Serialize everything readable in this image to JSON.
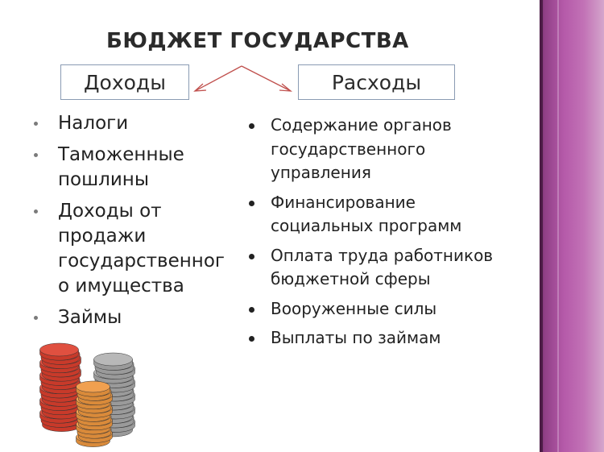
{
  "title": "БЮДЖЕТ ГОСУДАРСТВА",
  "income": {
    "label": "Доходы",
    "items": [
      "Налоги",
      "Таможенные пошлины",
      "Доходы от продажи государственного имущества",
      "Займы"
    ],
    "lines": [
      [
        "Налоги"
      ],
      [
        "Таможенные",
        "пошлины"
      ],
      [
        "Доходы от",
        "продажи",
        "государственног",
        "о имущества"
      ],
      [
        "Займы"
      ]
    ]
  },
  "expenses": {
    "label": "Расходы",
    "items": [
      "Содержание органов государственного управления",
      "Финансирование социальных программ",
      "Оплата труда работников бюджетной сферы",
      "Вооруженные силы",
      "Выплаты по займам"
    ],
    "lines": [
      [
        "Содержание органов",
        "государственного",
        "управления"
      ],
      [
        "Финансирование",
        "социальных программ"
      ],
      [
        "Оплата труда работников",
        "бюджетной сферы"
      ],
      [
        "Вооруженные силы"
      ],
      [
        "Выплаты по займам"
      ]
    ]
  },
  "colors": {
    "accent_panel": "#b55aa9",
    "arrow": "#c0504d",
    "box_border": "#8a9bb3",
    "coin_red": "#c83a2a",
    "coin_grey": "#9a9a9a",
    "coin_orange": "#d98a3a"
  },
  "icons": [
    "arrow-left-icon",
    "arrow-right-icon",
    "coin-stacks-icon"
  ]
}
